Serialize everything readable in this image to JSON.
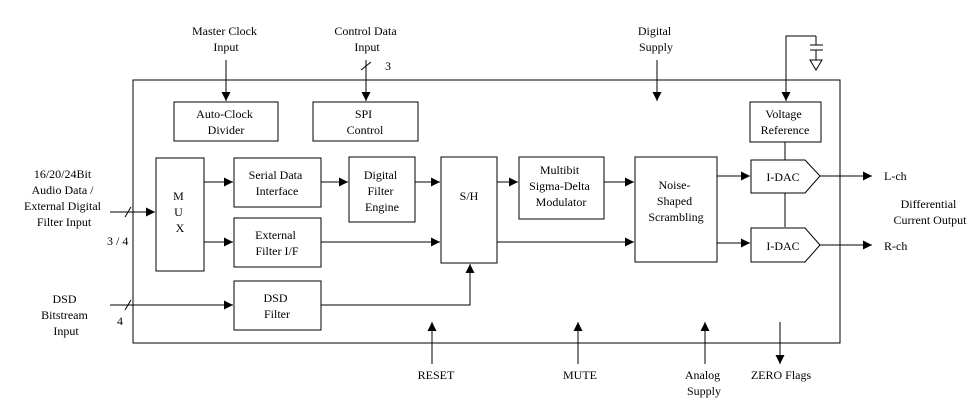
{
  "blocks": {
    "auto_clock": [
      "Auto-Clock",
      "Divider"
    ],
    "spi": [
      "SPI",
      "Control"
    ],
    "voltage_ref": [
      "Voltage",
      "Reference"
    ],
    "mux": [
      "M",
      "U",
      "X"
    ],
    "serial": [
      "Serial Data",
      "Interface"
    ],
    "dfe": [
      "Digital",
      "Filter",
      "Engine"
    ],
    "sh": "S/H",
    "sdm": [
      "Multibit",
      "Sigma-Delta",
      "Modulator"
    ],
    "nss": [
      "Noise-",
      "Shaped",
      "Scrambling"
    ],
    "ext_filter": [
      "External",
      "Filter I/F"
    ],
    "dsd_filter": [
      "DSD",
      "Filter"
    ],
    "idac_l": "I-DAC",
    "idac_r": "I-DAC"
  },
  "signals": {
    "master_clock": [
      "Master Clock",
      "Input"
    ],
    "control_data": [
      "Control Data",
      "Input"
    ],
    "control_bus": "3",
    "digital_supply": [
      "Digital",
      "Supply"
    ],
    "audio_in": [
      "16/20/24Bit",
      "Audio Data /",
      "External Digital",
      "Filter Input"
    ],
    "audio_bus": "3 / 4",
    "dsd_in": [
      "DSD",
      "Bitstream",
      "Input"
    ],
    "dsd_bus": "4",
    "lch": "L-ch",
    "rch": "R-ch",
    "diff_out": [
      "Differential",
      "Current Output"
    ],
    "reset": "RESET",
    "mute": "MUTE",
    "analog_supply": [
      "Analog",
      "Supply"
    ],
    "zero_flags": "ZERO Flags"
  }
}
